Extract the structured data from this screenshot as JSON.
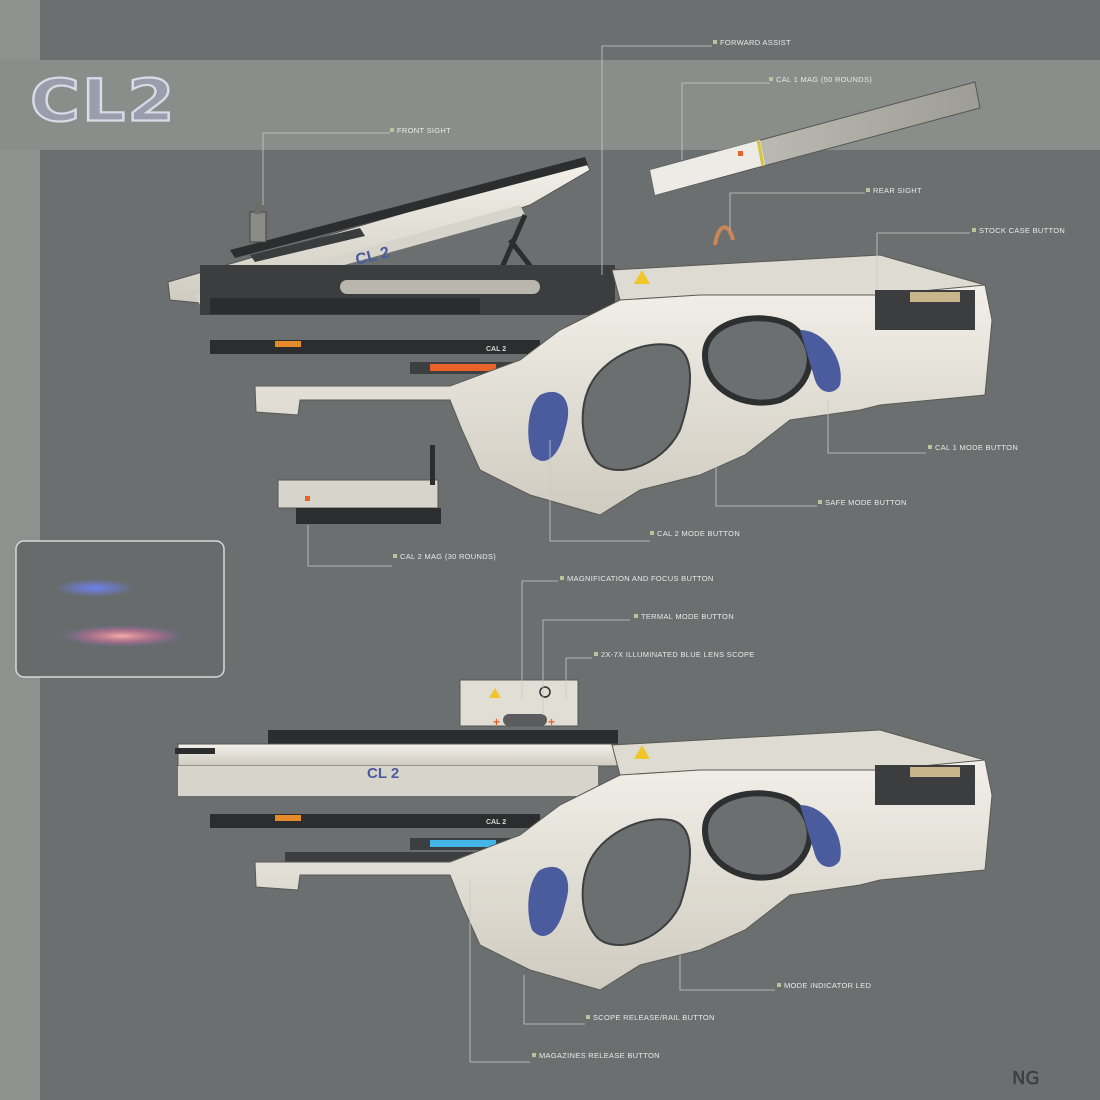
{
  "title": "CL2",
  "signature": "NG",
  "barrel_marking": "CL 2",
  "callouts": {
    "forward_assist": "FORWARD ASSIST",
    "cal1_mag": "CAL 1 MAG (50 ROUNDS)",
    "front_sight": "FRONT SIGHT",
    "rear_sight": "REAR SIGHT",
    "stock_case_button": "STOCK CASE BUTTON",
    "cal1_mode_button": "CAL 1 MODE BUTTON",
    "safe_mode_button": "SAFE MODE BUTTON",
    "cal2_mode_button": "CAL 2 MODE BUTTON",
    "cal2_mag": "CAL 2 MAG (30 ROUNDS)",
    "magnification_focus_button": "MAGNIFICATION AND FOCUS BUTTON",
    "termal_mode_button": "TERMAL MODE BUTTON",
    "scope": "2X-7X ILLUMINATED BLUE LENS SCOPE",
    "mode_indicator_led": "MODE INDICATOR LED",
    "scope_release_button": "SCOPE RELEASE/RAIL BUTTON",
    "magazines_release_button": "MAGAZINES RELEASE BUTTON"
  },
  "colors": {
    "background": "#6c6f70",
    "left_strip": "#8e918e",
    "banner": "#8a8e8a",
    "body_white": "#e9e6dd",
    "accent_blue": "#4b5c9e",
    "accent_orange": "#e8632a",
    "dark_metal": "#2d2f30"
  }
}
